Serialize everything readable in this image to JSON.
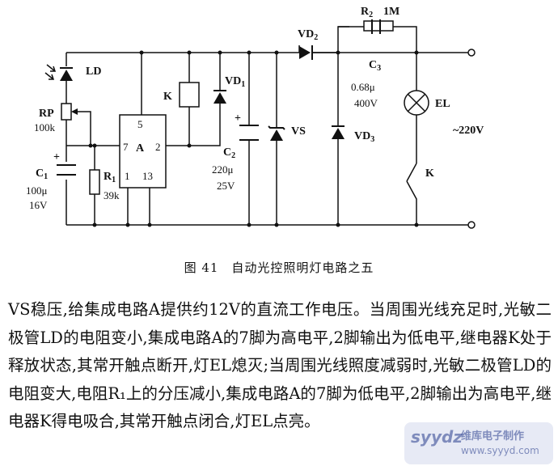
{
  "figure": {
    "caption": "图 41　自动光控照明灯电路之五",
    "labels": {
      "LD": "LD",
      "RP": "RP",
      "RP_value": "100k",
      "C1": "C",
      "C1_sub": "1",
      "C1_value1": "100μ",
      "C1_value2": "16V",
      "R1": "R",
      "R1_sub": "1",
      "R1_value": "39k",
      "A": "A",
      "pin5": "5",
      "pin7": "7",
      "pin2": "2",
      "pin1": "1",
      "pin13": "13",
      "K_relay": "K",
      "VD1": "VD",
      "VD1_sub": "1",
      "C2": "C",
      "C2_sub": "2",
      "C2_value1": "220μ",
      "C2_value2": "25V",
      "VS": "VS",
      "VD2": "VD",
      "VD2_sub": "2",
      "R2": "R",
      "R2_sub": "2",
      "R2_value": "1M",
      "C3": "C",
      "C3_sub": "3",
      "C3_value1": "0.68μ",
      "C3_value2": "400V",
      "VD3": "VD",
      "VD3_sub": "3",
      "EL": "EL",
      "K_switch": "K",
      "voltage": "~220V",
      "plus1": "+",
      "plus2": "+"
    }
  },
  "body_text": [
    "VS稳压,给集成电路A提供约12V的直流工作电压。当周围光线充足时,光敏二极管LD的电阻变小,集成电路A的7脚为高电平,2脚输出为低电平,继电器K处于释放状态,其常开触点断开,灯EL熄灭;当周围光线照度减弱时,光敏二极管LD的电阻变大,电阻R₁上的分压减小,集成电路A的7脚为低电平,2脚输出为高电平,继电器K得电吸合,其常开触点闭合,灯EL点亮。"
  ],
  "watermark": {
    "logo": "syydz",
    "title": "维库电子制作",
    "url": "www.syyyd.com"
  }
}
